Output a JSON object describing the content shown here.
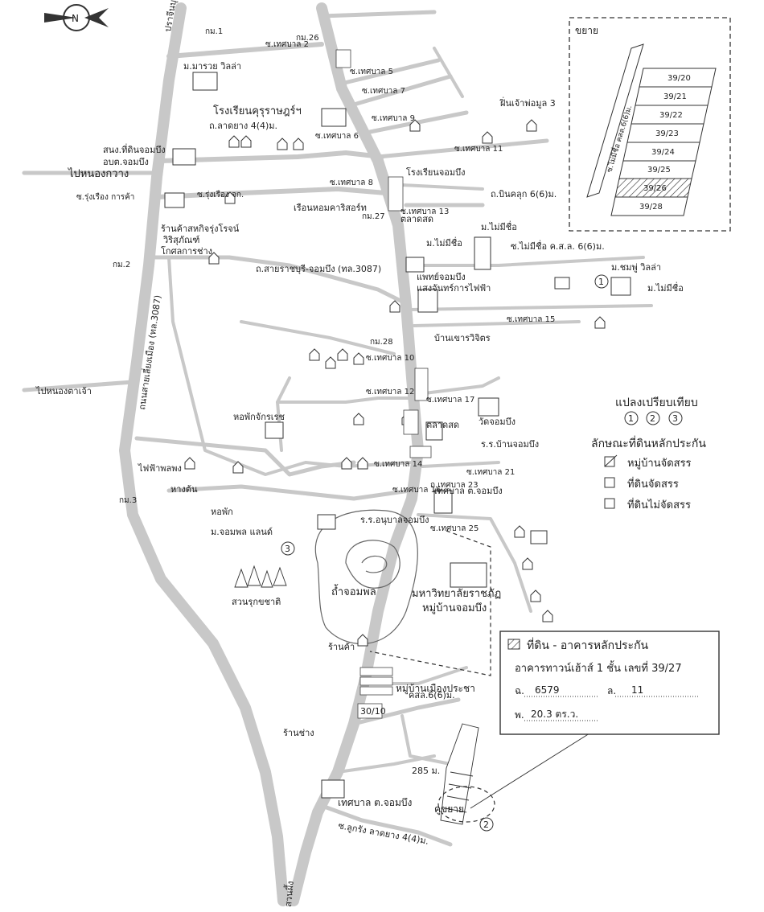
{
  "colors": {
    "road": "#c8c8c8",
    "ink": "#222222",
    "paper": "#ffffff"
  },
  "compass": {
    "letter": "N",
    "icon": "north-arrow-icon"
  },
  "roads": {
    "main_north": "ปราจีนบุรี",
    "main_west": "ถนนสายเลี่ยงเมือง (ทล.3087)",
    "main_south": "สวนผึ้ง",
    "to_nongkrathong": "ไปหนองกวาง",
    "to_nongtalao": "ไปหนองตาเจ้า",
    "sai_ratburi": "ถ.สายราชบุรี-จอมบึง (ทล.3087)",
    "latyang": "ถ.ลาดยาง 4(4)ม.",
    "binklub": "ถ.บินคลุก 6(6)ม.",
    "nomaimi": "ซ.ไม่มีชื่อ ค.ส.ล. 6(6)ม.",
    "ksl_6": "คสล.6(6)ม.",
    "bottom_road": "ซ.ลูกรัง ลาดยาง 4(4)ม."
  },
  "sois": {
    "s2": "ซ.เทศบาล 2",
    "s5": "ซ.เทศบาล 5",
    "s6": "ซ.เทศบาล 6",
    "s7": "ซ.เทศบาล 7",
    "s8": "ซ.เทศบาล 8",
    "s9": "ซ.เทศบาล 9",
    "s11": "ซ.เทศบาล 11",
    "s13": "ซ.เทศบาล 13",
    "s14": "ซ.เทศบาล 14",
    "s15": "ซ.เทศบาล 15",
    "s16": "ซ.เทศบาล 16",
    "s17": "ซ.เทศบาล 17",
    "s10": "ซ.เทศบาล 10",
    "s12": "ซ.เทศบาล 12",
    "s21": "ซ.เทศบาล 21",
    "s23": "ถ.เทศบาล 23",
    "s25": "ซ.เทศบาล 25",
    "surueang": "ซ.รุ่งเรือง การค้า",
    "ruengruang": "ซ.รุ่งเรือง จก."
  },
  "km_markers": [
    "กม.1",
    "กม.2",
    "กม.3",
    "กม.26",
    "กม.27",
    "กม.28"
  ],
  "places": {
    "school": "โรงเรียนคุรุราษฎร์ฯ",
    "school2": "โรงเรียนจอมบึง",
    "village_chompo": "ม.ชมพู่ วิลล่า",
    "maruay": "ม.มารวย วิลล่า",
    "mai_mi_chue": "ม.ไม่มีชื่อ",
    "mai_mi_chue2": "ม.ไม่มีชื่อ",
    "taxoffice": "สนง.ที่ดินจอมบึง",
    "ampur": "อบต.จอมบึง",
    "post": "ตลาดสด",
    "rueanhom": "เรือนหอมคาริสอร์ท",
    "wat": "วัดจอมบึง",
    "rr_school": "ร.ร.บ้านจอมบึง",
    "talad": "ตลาดสด",
    "thesaban": "เทศบาล ต.จอมบึง",
    "hospital": "แพทย์จอมบึง",
    "cave": "ถ้ำจอมพล",
    "university": "มหาวิทยาลัยราชภัฏ",
    "village_chombung": "หมู่บ้านจอมบึง",
    "village_mueang": "หมู่บ้านเมืองประชา",
    "jompol_land": "ม.จอมพล แลนด์",
    "park": "สวนรุกขชาติ",
    "thesaban_bottom": "เทศบาล ต.จอมบึง",
    "khusayai": "คูขยาย",
    "dist_285": "285 ม.",
    "shop": "ร้านค้า",
    "shop2": "ร้านช่าง",
    "dorm": "หอพัก",
    "dorm_jak": "หอพักจักรเรช",
    "huang": "หางต้น",
    "rr_anuban": "ร.ร.อนุบาลจอมบึง",
    "phon_ek": "ไฟฟ้าพลพง",
    "kosol": "โกศลการช่าง",
    "tikaew": "วิริสุภัณฑ์",
    "sahakorn": "ร้านค้าสหกิจรุ่งโรจน์",
    "plot_3010": "30/10",
    "ban_khao": "บ้านเขารวิจิตร",
    "ksl_b": "ฝิ่นเจ้าพ่อมูล 3",
    "tambon": "ม.ไม่มีชื่อ",
    "bangkok_bank": "แสงจันทร์การไฟฟ้า"
  },
  "markers": [
    "1",
    "2",
    "3"
  ],
  "inset": {
    "title": "ขยาย",
    "road_label": "ซ.ไม่มีชื่อ คสล.6(6)ม.",
    "lots": [
      "39/20",
      "39/21",
      "39/22",
      "39/23",
      "39/24",
      "39/25",
      "39/26",
      "39/28"
    ]
  },
  "legend": {
    "compare_title": "แปลงเปรียบเทียบ",
    "compare_markers": [
      "1",
      "2",
      "3"
    ],
    "collateral_title": "ลักษณะที่ดินหลักประกัน",
    "items": [
      "หมู่บ้านจัดสรร",
      "ที่ดินจัดสรร",
      "ที่ดินไม่จัดสรร"
    ]
  },
  "info_box": {
    "title": "ที่ดิน - อาคารหลักประกัน",
    "subtitle": "อาคารทาวน์เฮ้าส์ 1 ชั้น เลขที่ 39/27",
    "deed_label": "ฉ.",
    "deed_value": "6579",
    "lot_label": "ล.",
    "lot_value": "11",
    "area_label": "พ.",
    "area_value": "20.3 ตร.ว."
  }
}
